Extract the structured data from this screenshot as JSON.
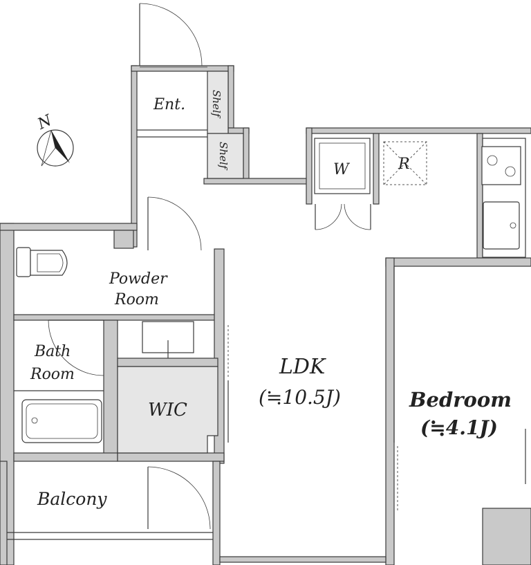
{
  "rooms": {
    "entrance": "Ent.",
    "shelf_upper": "Shelf",
    "shelf_lower": "Shelf",
    "washer": "W",
    "refrigerator": "R",
    "powder_room_line1": "Powder",
    "powder_room_line2": "Room",
    "bath_room_line1": "Bath",
    "bath_room_line2": "Room",
    "wic": "WIC",
    "ldk": "LDK",
    "ldk_size": "(≒10.5J)",
    "bedroom": "Bedroom",
    "bedroom_size": "(≒4.1J)",
    "balcony": "Balcony"
  },
  "compass": {
    "label": "N"
  }
}
